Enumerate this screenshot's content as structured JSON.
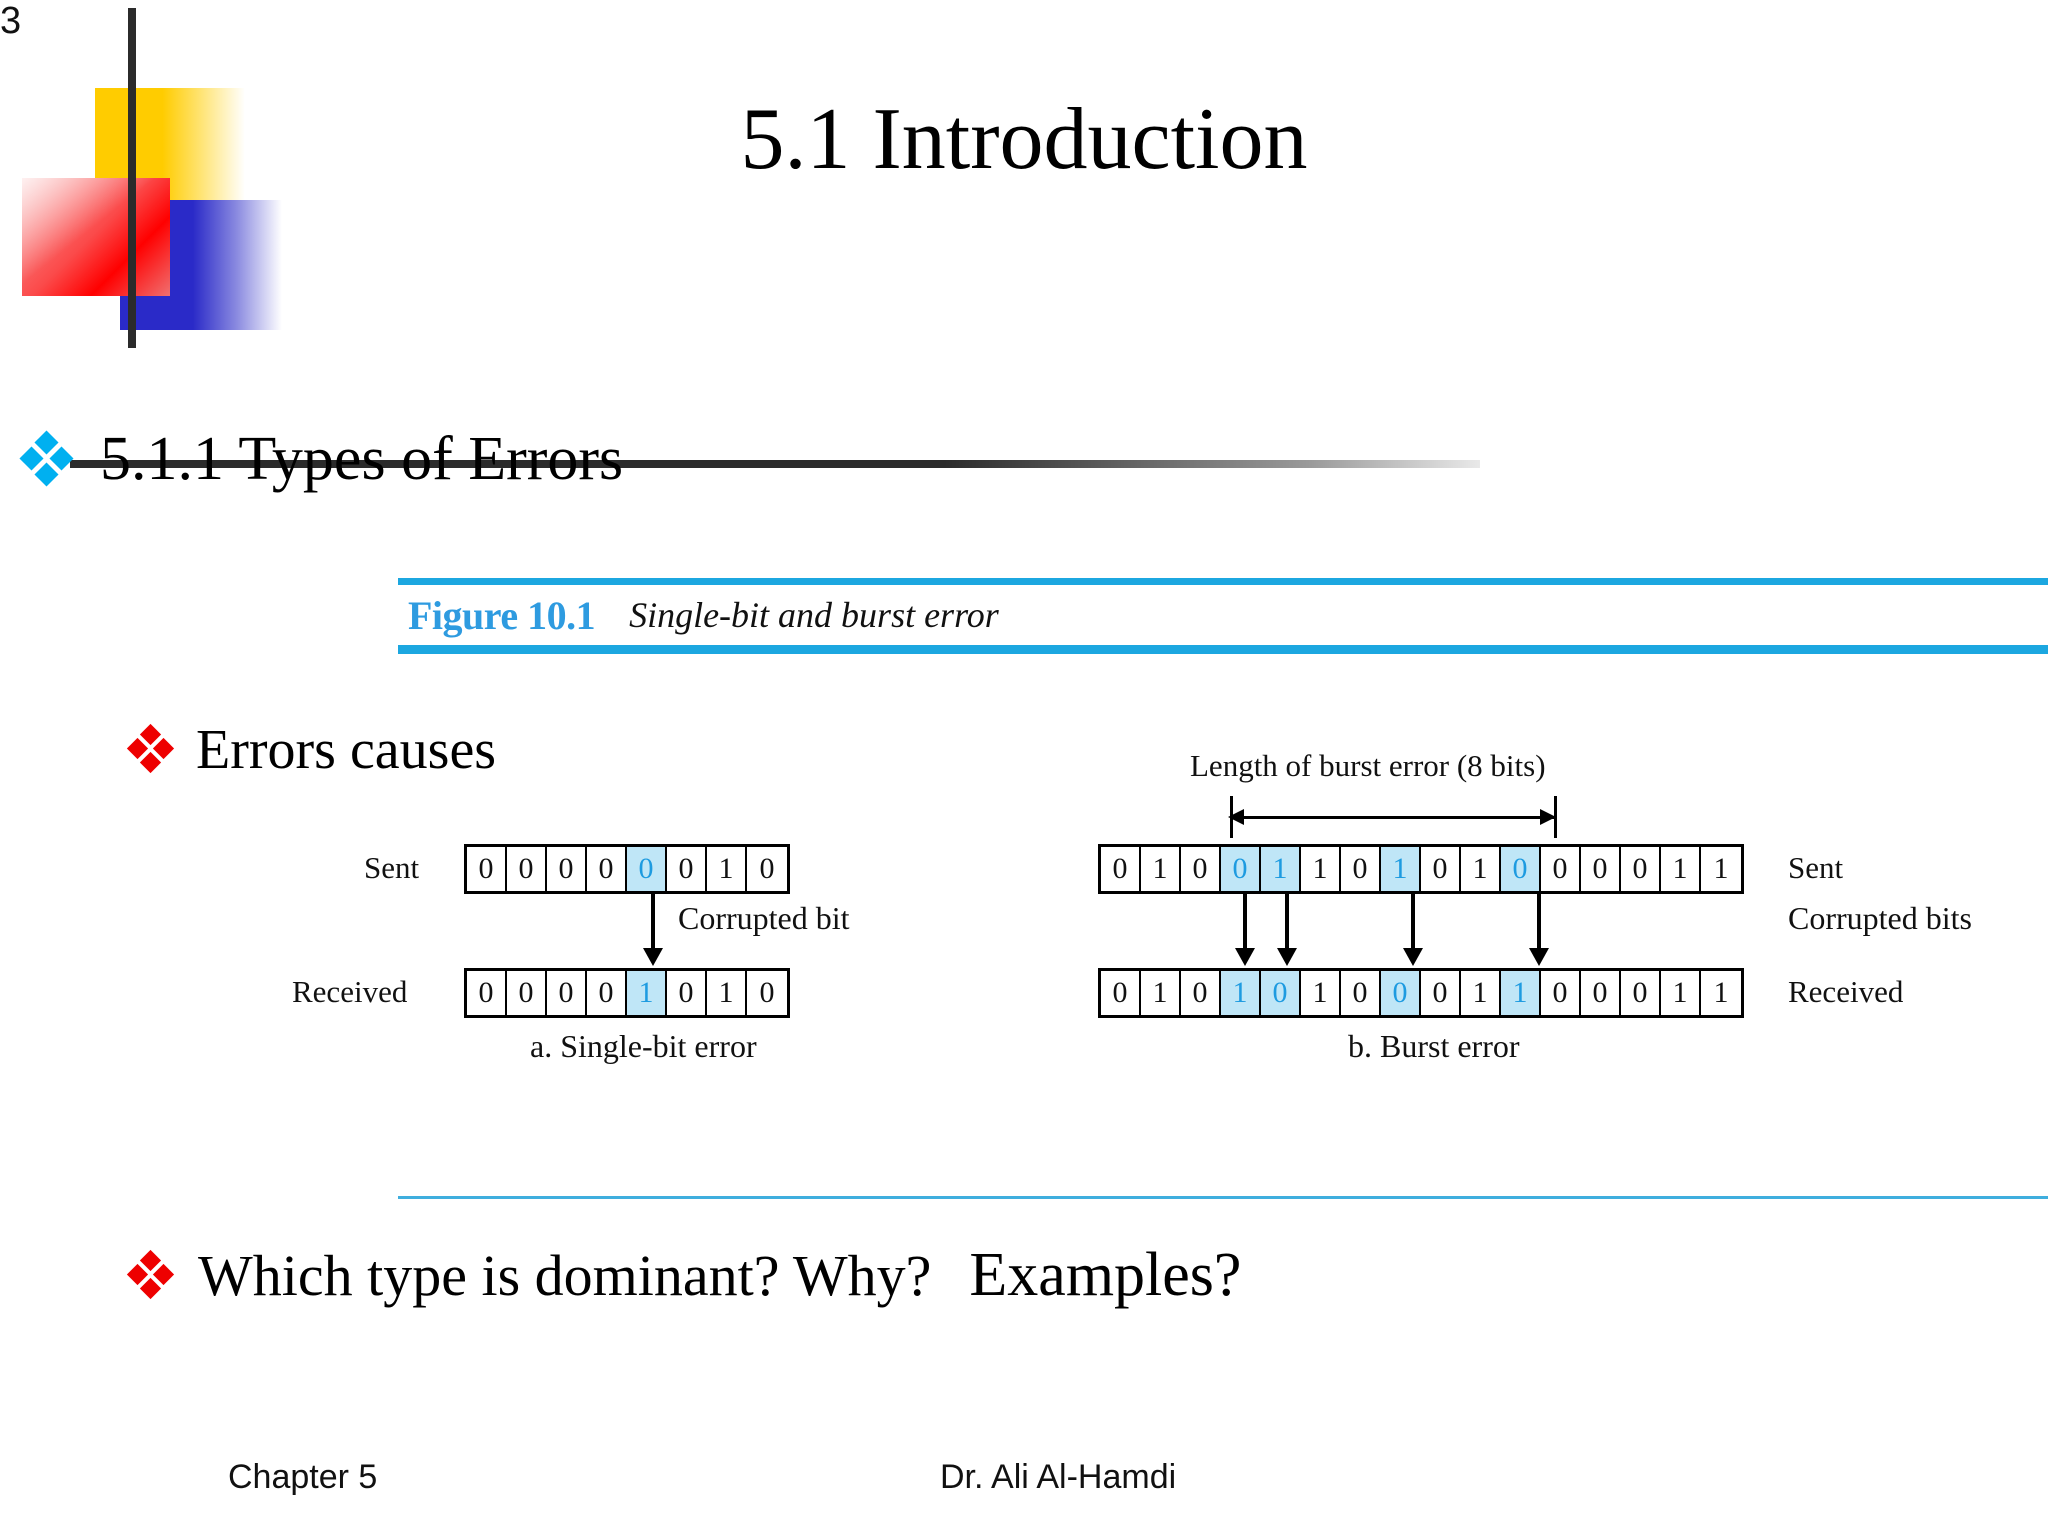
{
  "slide": {
    "title": "5.1 Introduction",
    "subtitle": "5.1.1 Types of Errors",
    "causes_bullet": "Errors causes",
    "closing_question": "Which type is dominant? Why?",
    "closing_extra": "Examples?"
  },
  "figure": {
    "label": "Figure 10.1",
    "caption": "Single-bit and burst error",
    "accent_color": "#1CA7E0",
    "label_color": "#2E9BE0",
    "highlight_bg": "#BFE6F7",
    "highlight_fg": "#1E9BE0",
    "single": {
      "sent_label": "Sent",
      "received_label": "Received",
      "arrow_label": "Corrupted bit",
      "caption": "a. Single-bit error",
      "sent_bits": [
        "0",
        "0",
        "0",
        "0",
        "0",
        "0",
        "1",
        "0"
      ],
      "received_bits": [
        "0",
        "0",
        "0",
        "0",
        "1",
        "0",
        "1",
        "0"
      ],
      "corrupted_indices": [
        4
      ]
    },
    "burst": {
      "sent_label": "Sent",
      "received_label": "Received",
      "arrow_label": "Corrupted bits",
      "caption": "b. Burst error",
      "length_label": "Length of burst error (8 bits)",
      "sent_bits": [
        "0",
        "1",
        "0",
        "0",
        "1",
        "1",
        "0",
        "1",
        "0",
        "1",
        "0",
        "0",
        "0",
        "0",
        "1",
        "1"
      ],
      "received_bits": [
        "0",
        "1",
        "0",
        "1",
        "0",
        "1",
        "0",
        "0",
        "0",
        "1",
        "1",
        "0",
        "0",
        "0",
        "1",
        "1"
      ],
      "corrupted_indices": [
        3,
        4,
        7,
        10
      ],
      "burst_span_start": 3,
      "burst_span_end": 10
    }
  },
  "footer": {
    "left": "Chapter 5",
    "center": "Dr. Ali Al-Hamdi",
    "page_number": "3"
  }
}
